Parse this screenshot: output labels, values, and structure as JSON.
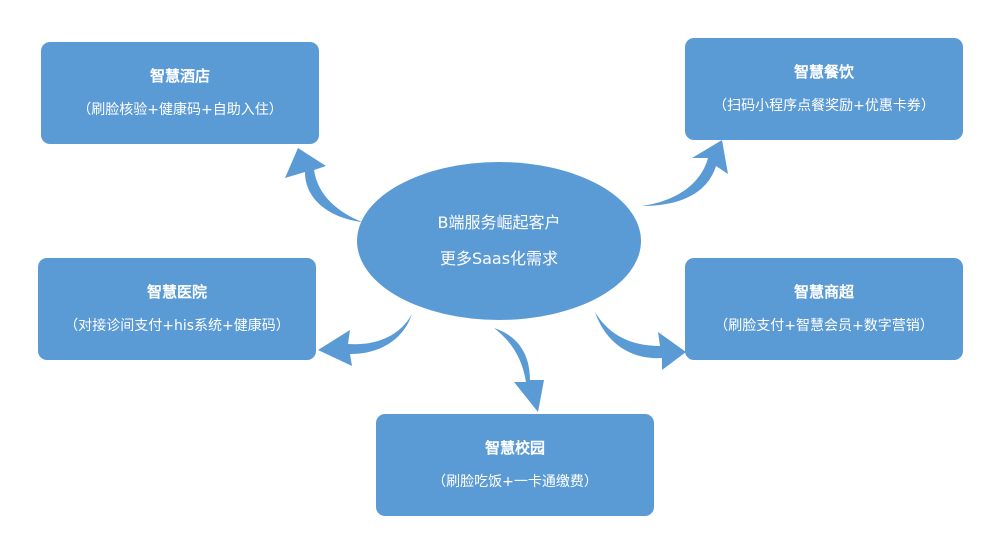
{
  "center": {
    "line1": "B端服务崛起客户",
    "line2": "更多Saas化需求"
  },
  "nodes": {
    "hotel": {
      "title": "智慧酒店",
      "desc": "（刷脸核验+健康码+自助入住）"
    },
    "dining": {
      "title": "智慧餐饮",
      "desc": "（扫码小程序点餐奖励+优惠卡券）"
    },
    "medical": {
      "title": "智慧医院",
      "desc": "（对接诊间支付+his系统+健康码）"
    },
    "market": {
      "title": "智慧商超",
      "desc": "（刷脸支付+智慧会员+数字营销）"
    },
    "campus": {
      "title": "智慧校园",
      "desc": "（刷脸吃饭+一卡通缴费）"
    }
  },
  "colors": {
    "fill": "#5b9bd5",
    "text": "#ffffff"
  }
}
